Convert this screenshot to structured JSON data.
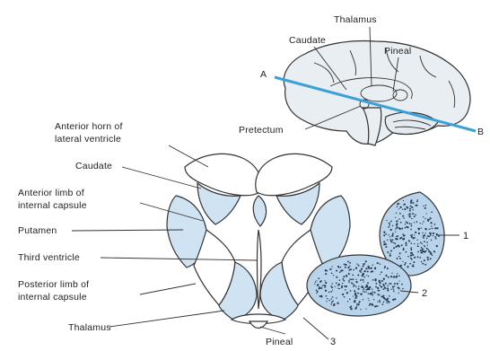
{
  "inset": {
    "labels": {
      "thalamus": "Thalamus",
      "caudate": "Caudate",
      "pineal": "Pineal",
      "pretectum": "Pretectum",
      "point_a": "A",
      "point_b": "B"
    },
    "cut_line_color": "#3aa0d8"
  },
  "section": {
    "labels": {
      "anterior_horn_line1": "Anterior horn of",
      "anterior_horn_line2": "lateral ventricle",
      "caudate": "Caudate",
      "anterior_limb_line1": "Anterior limb of",
      "anterior_limb_line2": "internal capsule",
      "putamen": "Putamen",
      "third_ventricle": "Third ventricle",
      "posterior_limb_line1": "Posterior limb of",
      "posterior_limb_line2": "internal capsule",
      "thalamus": "Thalamus",
      "pineal": "Pineal"
    },
    "numbers": [
      "1",
      "2",
      "3"
    ],
    "fill_color": "#cfe3f3"
  }
}
